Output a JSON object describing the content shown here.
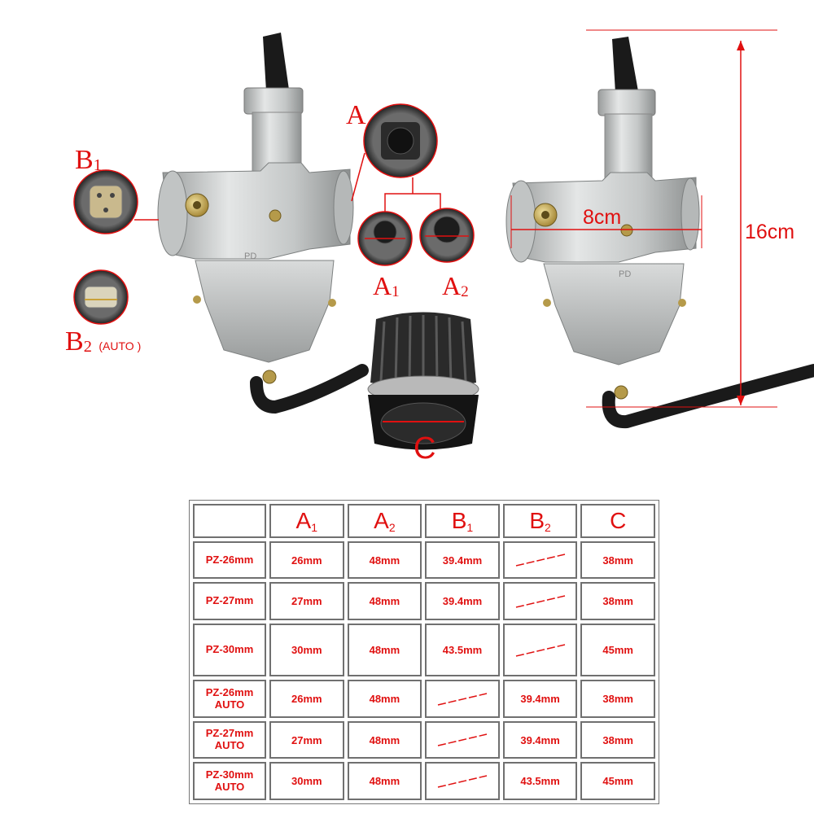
{
  "labels": {
    "a": "A",
    "a1": "A",
    "a1_sub": "1",
    "a2": "A",
    "a2_sub": "2",
    "b1": "B",
    "b1_sub": "1",
    "b2": "B",
    "b2_sub": "2",
    "b2_note": "(AUTO )",
    "c": "C"
  },
  "dimensions": {
    "width": "8cm",
    "height": "16cm"
  },
  "table": {
    "headers": [
      {
        "main": "",
        "sub": ""
      },
      {
        "main": "A",
        "sub": "1"
      },
      {
        "main": "A",
        "sub": "2"
      },
      {
        "main": "B",
        "sub": "1"
      },
      {
        "main": "B",
        "sub": "2"
      },
      {
        "main": "C",
        "sub": ""
      }
    ],
    "rows": [
      {
        "model": [
          "PZ-26mm"
        ],
        "a1": "26mm",
        "a2": "48mm",
        "b1": "39.4mm",
        "b2": null,
        "c": "38mm"
      },
      {
        "model": [
          "PZ-27mm"
        ],
        "a1": "27mm",
        "a2": "48mm",
        "b1": "39.4mm",
        "b2": null,
        "c": "38mm"
      },
      {
        "model": [
          "PZ-30mm"
        ],
        "a1": "30mm",
        "a2": "48mm",
        "b1": "43.5mm",
        "b2": null,
        "c": "45mm"
      },
      {
        "model": [
          "PZ-26mm",
          "AUTO"
        ],
        "a1": "26mm",
        "a2": "48mm",
        "b1": null,
        "b2": "39.4mm",
        "c": "38mm"
      },
      {
        "model": [
          "PZ-27mm",
          "AUTO"
        ],
        "a1": "27mm",
        "a2": "48mm",
        "b1": null,
        "b2": "39.4mm",
        "c": "38mm"
      },
      {
        "model": [
          "PZ-30mm",
          "AUTO"
        ],
        "a1": "30mm",
        "a2": "48mm",
        "b1": null,
        "b2": "43.5mm",
        "c": "45mm"
      }
    ]
  },
  "colors": {
    "accent": "#e01010",
    "metal": "#c7c9c9",
    "metal_dark": "#8e9191",
    "rubber": "#1a1a1a"
  }
}
